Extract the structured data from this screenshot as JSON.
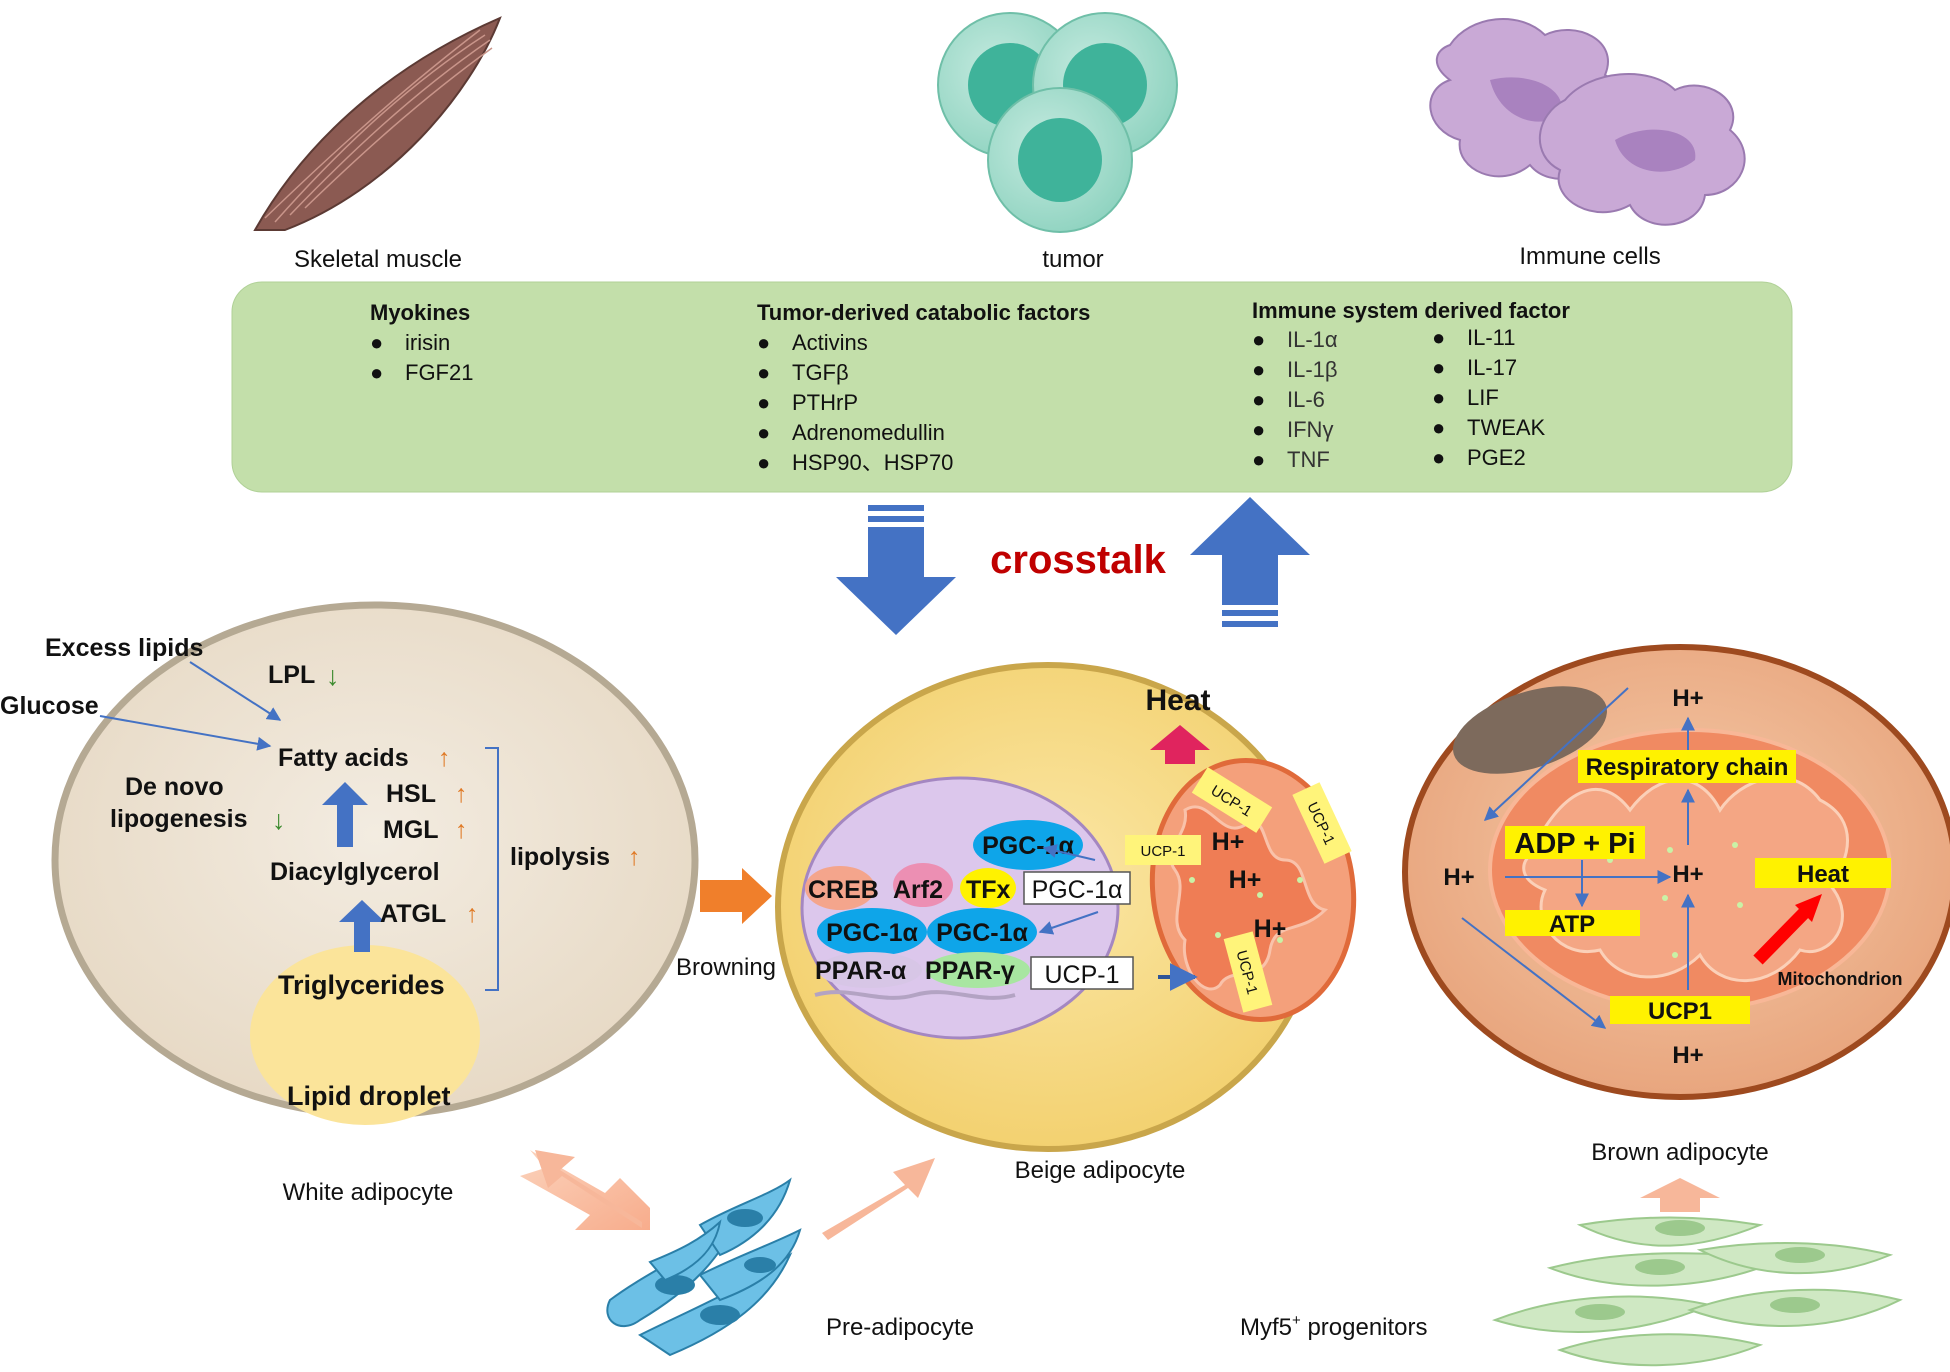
{
  "top_cells": {
    "muscle_label": "Skeletal muscle",
    "tumor_label": "tumor",
    "immune_label": "Immune cells"
  },
  "factor_box": {
    "myokines": {
      "title": "Myokines",
      "items": [
        "irisin",
        "FGF21"
      ]
    },
    "tumor_factors": {
      "title": "Tumor-derived catabolic factors",
      "items": [
        "Activins",
        "TGFβ",
        "PTHrP",
        "Adrenomedullin",
        "HSP90、HSP70"
      ]
    },
    "immune_factors": {
      "title": "Immune system derived factor",
      "items_left": [
        "IL-1α",
        "IL-1β",
        "IL-6",
        "IFNγ",
        "TNF"
      ],
      "items_right": [
        "IL-11",
        "IL-17",
        "LIF",
        "TWEAK",
        "PGE2"
      ]
    }
  },
  "crosstalk": "crosstalk",
  "white_adipocyte": {
    "label": "White adipocyte",
    "excess_lipids": "Excess lipids",
    "glucose": "Glucose",
    "lpl": "LPL",
    "fatty_acids": "Fatty acids",
    "de_novo_1": "De novo",
    "de_novo_2": "lipogenesis",
    "hsl": "HSL",
    "mgl": "MGL",
    "diacylglycerol": "Diacylglycerol",
    "atgl": "ATGL",
    "lipolysis": "lipolysis",
    "triglycerides": "Triglycerides",
    "lipid_droplet": "Lipid droplet",
    "up_arrow": "↑",
    "down_arrow": "↓"
  },
  "browning": "Browning",
  "beige_adipocyte": {
    "label": "Beige adipocyte",
    "heat": "Heat",
    "pgc_top": "PGC-1α",
    "creb": "CREB",
    "arf2": "Arf2",
    "tfx": "TFx",
    "pgc_box": "PGC-1α",
    "pgc_a": "PGC-1α",
    "pgc_b": "PGC-1α",
    "ppar_a": "PPAR-α",
    "ppar_g": "PPAR-γ",
    "ucp_box": "UCP-1",
    "ucp_tag1": "UCP-1",
    "ucp_tag2": "UCP-1",
    "ucp_tag3": "UCP-1",
    "ucp_tag4": "UCP-1",
    "h1": "H+",
    "h2": "H+",
    "h3": "H+"
  },
  "brown_adipocyte": {
    "label": "Brown adipocyte",
    "h_top": "H+",
    "respiratory_chain": "Respiratory chain",
    "adp": "ADP + Pi",
    "h_left": "H+",
    "h_center": "H+",
    "heat": "Heat",
    "atp": "ATP",
    "mitochondrion": "Mitochondrion",
    "ucp1": "UCP1",
    "h_bottom": "H+"
  },
  "pre_adipocyte": "Pre-adipocyte",
  "myf5": {
    "base": "Myf5",
    "sup": "+",
    "rest": " progenitors"
  }
}
